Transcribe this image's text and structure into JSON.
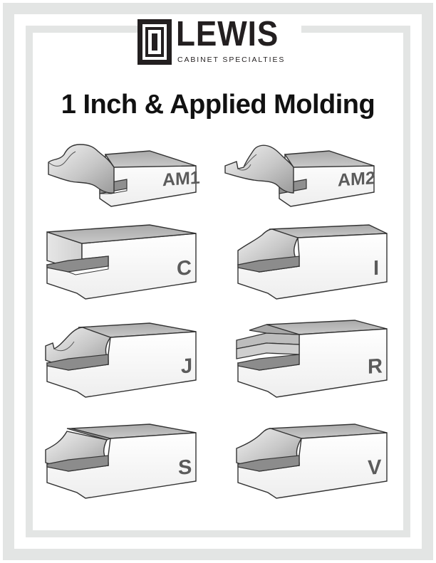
{
  "brand": {
    "name": "LEWIS",
    "tagline": "CABINET SPECIALTIES"
  },
  "title": "1 Inch & Applied Molding",
  "colors": {
    "frame": "#e3e5e4",
    "face_light": "#f4f4f4",
    "face_top": "#b9b9b9",
    "face_shadow": "#8c8c8c",
    "outline": "#333333",
    "code_text": "#5b5b5b"
  },
  "profiles": [
    {
      "code": "AM1",
      "icon": "molding-am1-icon"
    },
    {
      "code": "AM2",
      "icon": "molding-am2-icon"
    },
    {
      "code": "C",
      "icon": "molding-c-icon"
    },
    {
      "code": "I",
      "icon": "molding-i-icon"
    },
    {
      "code": "J",
      "icon": "molding-j-icon"
    },
    {
      "code": "R",
      "icon": "molding-r-icon"
    },
    {
      "code": "S",
      "icon": "molding-s-icon"
    },
    {
      "code": "V",
      "icon": "molding-v-icon"
    }
  ]
}
